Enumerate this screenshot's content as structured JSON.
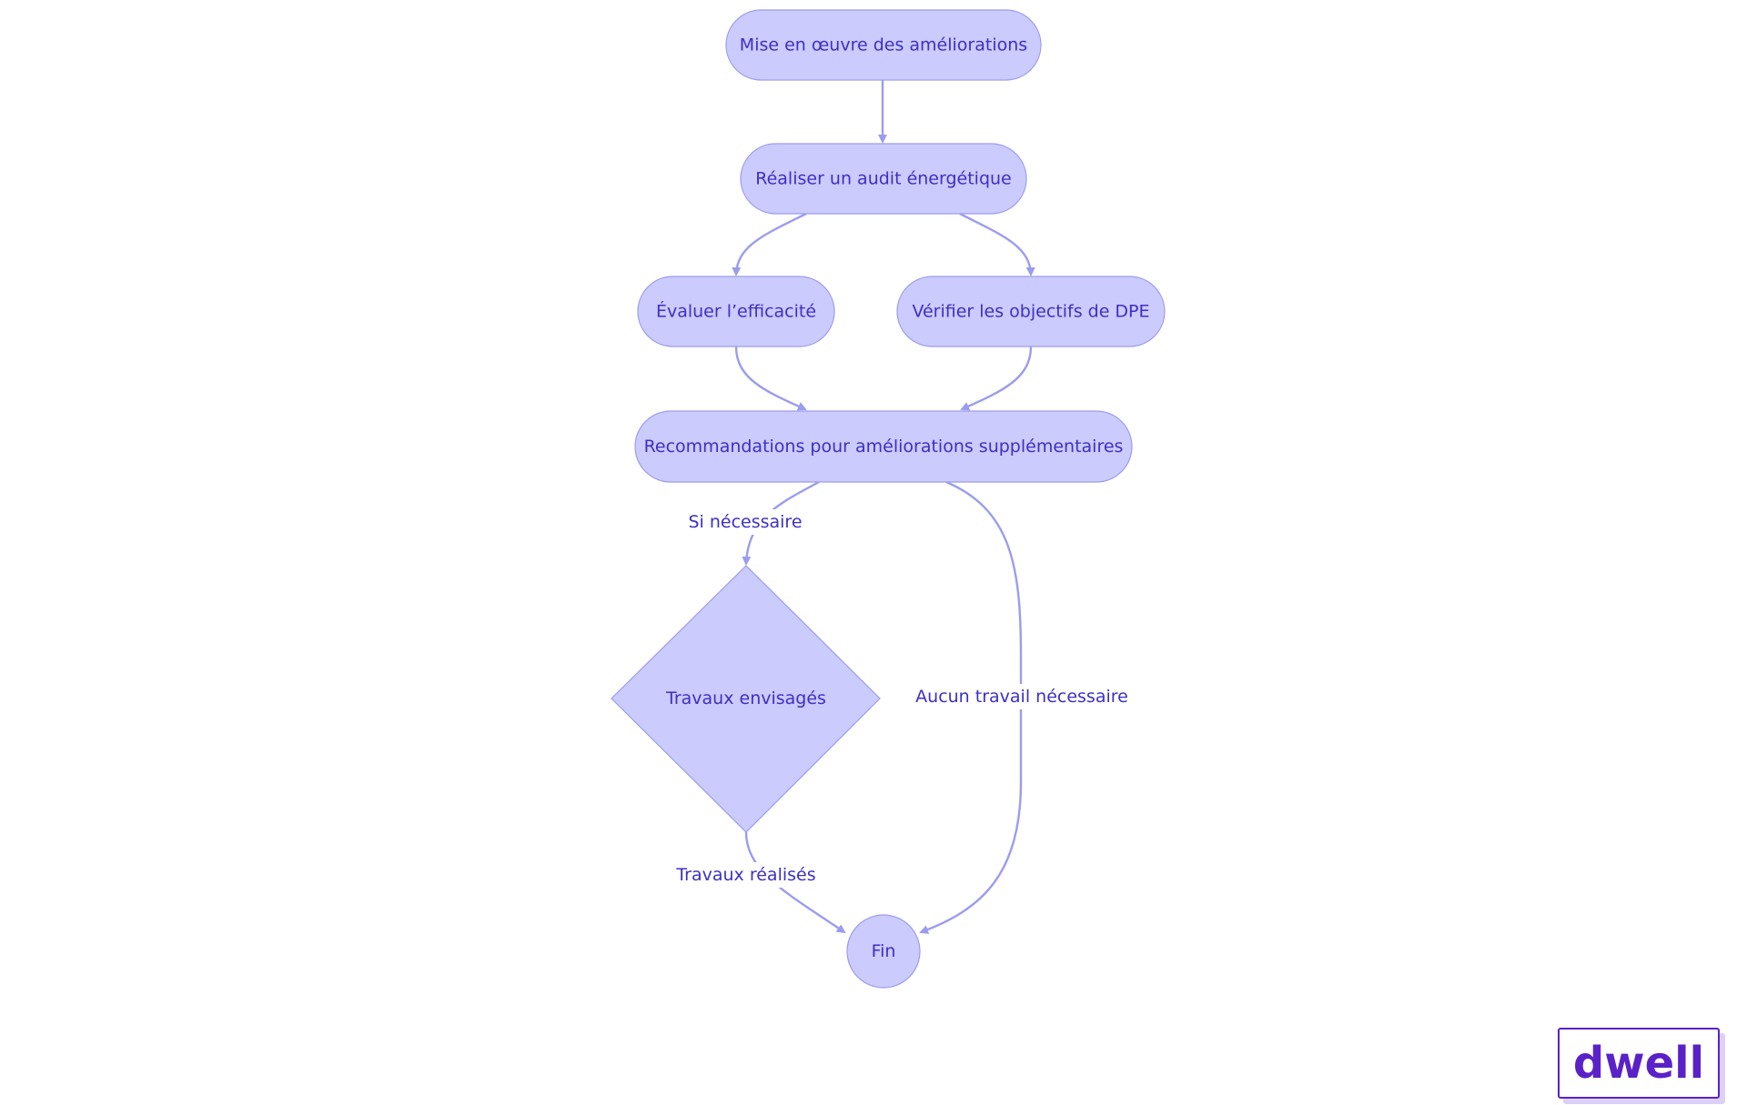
{
  "diagram": {
    "nodes": {
      "mise_en_oeuvre": "Mise en œuvre des améliorations",
      "audit": "Réaliser un audit énergétique",
      "evaluer": "Évaluer l’efficacité",
      "verifier": "Vérifier les objectifs de DPE",
      "recommandations": "Recommandations pour améliorations supplémentaires",
      "travaux_envisages": "Travaux envisagés",
      "fin": "Fin"
    },
    "edge_labels": {
      "si_necessaire": "Si nécessaire",
      "aucun_travail": "Aucun travail nécessaire",
      "travaux_realises": "Travaux réalisés"
    },
    "colors": {
      "node_fill": "#cbcbfd",
      "node_stroke": "#9c9cf0",
      "edge": "#9c9cee",
      "text": "#3c30c4"
    }
  },
  "logo": {
    "text": "dwell",
    "color": "#5a21c8"
  }
}
